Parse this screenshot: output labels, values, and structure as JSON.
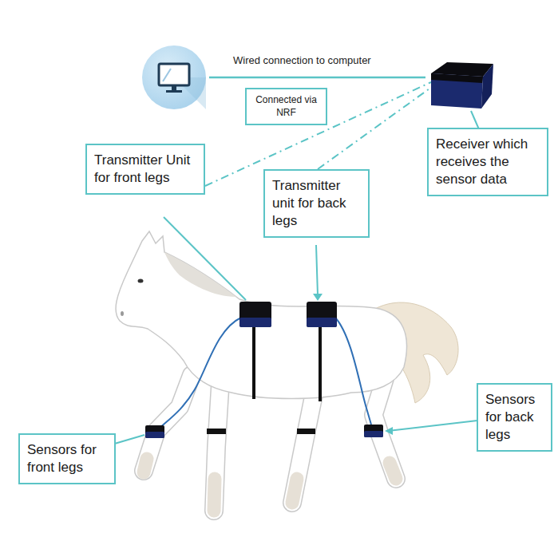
{
  "diagram": {
    "nodes": [
      {
        "text": [
          "Connected via NRF"
        ]
      },
      {
        "text": [
          "Receiver which receives the sensor data"
        ]
      },
      {
        "text": [
          "Transmitter Unit for front legs"
        ]
      },
      {
        "text": [
          "Transmitter unit for back legs"
        ]
      },
      {
        "text": [
          "Sensors for back legs"
        ]
      },
      {
        "text": [
          "Sensors for front legs"
        ]
      }
    ],
    "labels": [
      "Wired connection to computer"
    ]
  }
}
